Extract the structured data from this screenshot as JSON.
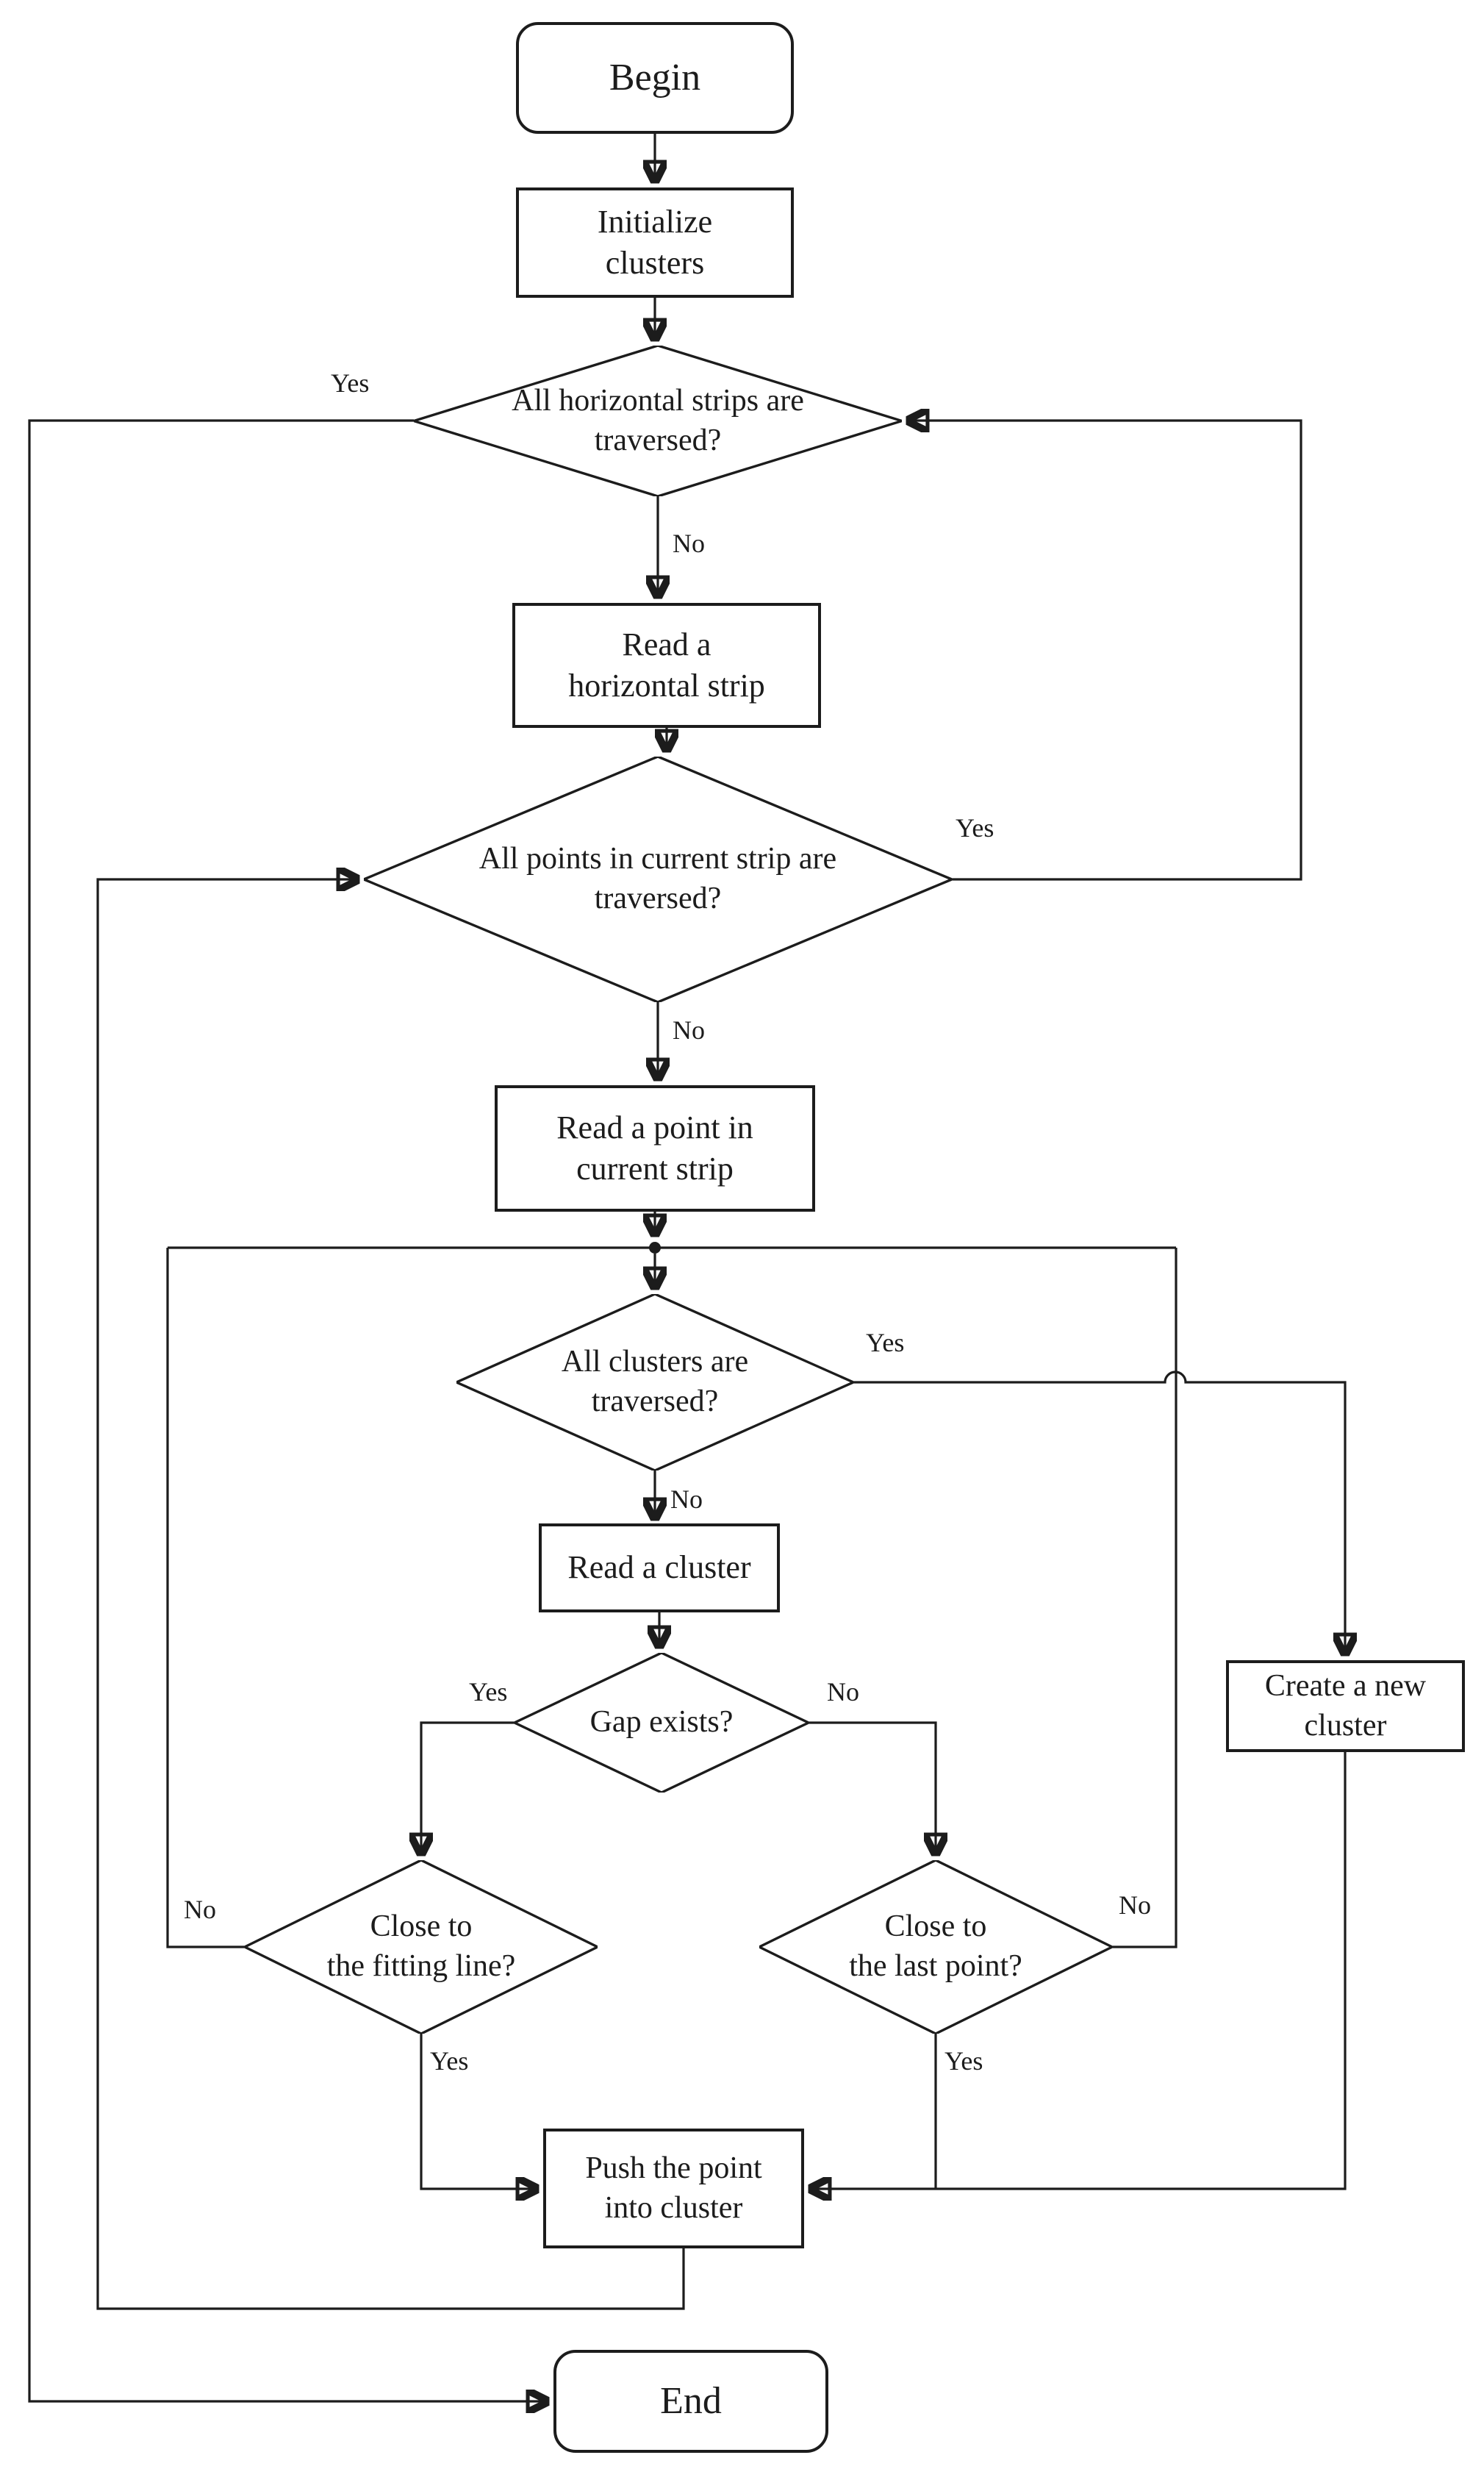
{
  "title": "Point clustering algorithm flowchart",
  "colors": {
    "stroke": "#1c1c1c",
    "background": "#ffffff",
    "shape_fill": "#ffffff",
    "text": "#1c1c1c"
  },
  "nodes": {
    "begin": {
      "label": "Begin",
      "type": "terminator"
    },
    "init_clusters": {
      "label": "Initialize\nclusters",
      "type": "process"
    },
    "all_strips": {
      "label": "All horizontal  strips are\ntraversed?",
      "type": "decision"
    },
    "read_strip": {
      "label": "Read a\nhorizontal strip",
      "type": "process"
    },
    "all_points": {
      "label": "All points in current strip are\ntraversed?",
      "type": "decision"
    },
    "read_point": {
      "label": "Read a point in\ncurrent strip",
      "type": "process"
    },
    "all_clusters": {
      "label": "All clusters are\ntraversed?",
      "type": "decision"
    },
    "read_cluster": {
      "label": "Read a cluster",
      "type": "process"
    },
    "gap_exists": {
      "label": "Gap exists?",
      "type": "decision"
    },
    "close_fitting": {
      "label": "Close to\nthe fitting line?",
      "type": "decision"
    },
    "close_last": {
      "label": "Close to\nthe last point?",
      "type": "decision"
    },
    "create_cluster": {
      "label": "Create a new\ncluster",
      "type": "process"
    },
    "push_point": {
      "label": "Push the point\ninto cluster",
      "type": "process"
    },
    "end": {
      "label": "End",
      "type": "terminator"
    }
  },
  "edge_labels": {
    "all_strips_yes": "Yes",
    "all_strips_no": "No",
    "all_points_yes": "Yes",
    "all_points_no": "No",
    "all_clusters_yes": "Yes",
    "all_clusters_no": "No",
    "gap_yes": "Yes",
    "gap_no": "No",
    "close_fitting_no": "No",
    "close_fitting_yes": "Yes",
    "close_last_no": "No",
    "close_last_yes": "Yes"
  }
}
